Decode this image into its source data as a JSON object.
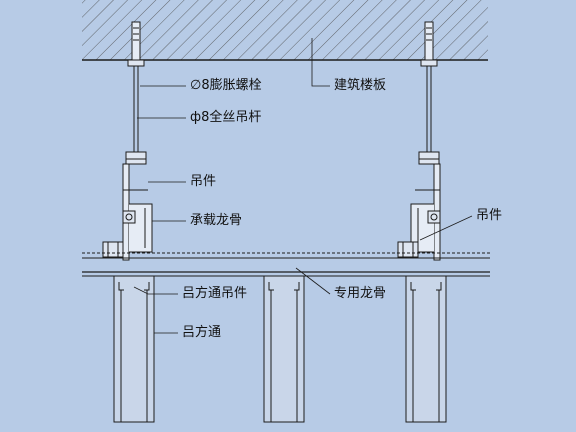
{
  "colors": {
    "background": "#b7cbe6",
    "stroke": "#1c1c1c",
    "hatch": "#4a4a4a",
    "channel_fill": "#c9d6e9"
  },
  "labels": {
    "expansion_bolt": "∅8膨胀螺栓",
    "threaded_rod": "ф8全丝吊杆",
    "floor_slab": "建筑楼板",
    "hanger_left": "吊件",
    "hanger_right": "吊件",
    "main_keel": "承载龙骨",
    "special_keel": "专用龙骨",
    "tube_hanger": "吕方通吊件",
    "aluminum_tube": "吕方通"
  }
}
